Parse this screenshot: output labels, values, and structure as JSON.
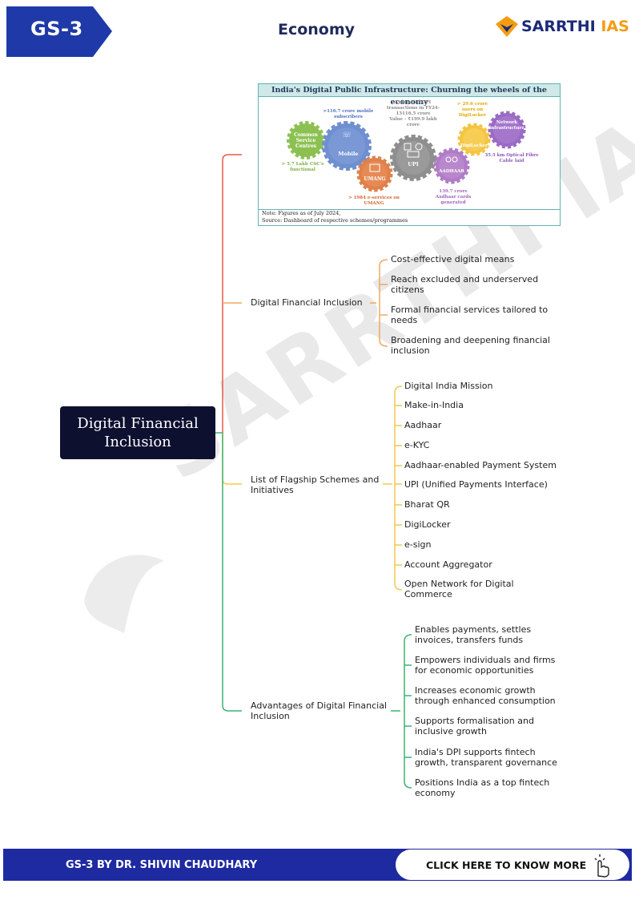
{
  "header": {
    "tag": "GS-3",
    "subject": "Economy",
    "brand_main": "SARRTHI",
    "brand_accent": "IAS",
    "tag_color": "#1f3aa8",
    "brand_color": "#1b2a78",
    "accent_color": "#f39c12"
  },
  "watermark": "SARRTHI IAS",
  "infographic": {
    "title": "India's Digital Public Infrastructure: Churning the wheels of the economy",
    "gears": [
      {
        "label": "Common Service Centres",
        "color": "#8cc152"
      },
      {
        "label": "Mobile",
        "color": "#6f8fd0"
      },
      {
        "label": "UMANG",
        "color": "#e0804a"
      },
      {
        "label": "UPI",
        "color": "#8e8e8e"
      },
      {
        "label": "AADHAAR",
        "color": "#b07cc6"
      },
      {
        "label": "DigiLocker",
        "color": "#f4c542"
      },
      {
        "label": "Network infrastructure",
        "color": "#9a6bc4"
      }
    ],
    "stats": {
      "csc_1": "> 5.7 Lakh CSC's",
      "csc_2": "functional",
      "mobile_1": ">116.7 crore mobile",
      "mobile_2": "subscribers",
      "umang_1": "> 1984 e-services on",
      "umang_2": "UMANG",
      "upi_1": "Volume of UPI",
      "upi_2": "transactions in FY24-",
      "upi_3": "13116.5 crore",
      "upi_4": "Value - ₹199.9 lakh",
      "upi_5": "crore",
      "aadhaar_1": "139.7 crore",
      "aadhaar_2": "Aadhaar cards",
      "aadhaar_3": "generated",
      "digi_1": "> 29.6 crore",
      "digi_2": "users on",
      "digi_3": "DigiLocker",
      "network_1": "35.5 km Optical Fibre",
      "network_2": "Cable laid"
    },
    "note_1": "Note: Figures as of July 2024,",
    "note_2": "Source: Dashboard of respective schemes/programmes"
  },
  "mindmap": {
    "root": "Digital Financial Inclusion",
    "branches": [
      {
        "label": "Digital Financial Inclusion",
        "color": "#f0a860",
        "items": [
          "Cost-effective digital means",
          "Reach excluded and underserved citizens",
          "Formal financial services tailored to needs",
          "Broadening and deepening financial inclusion"
        ]
      },
      {
        "label": "List of Flagship Schemes and Initiatives",
        "color": "#f2c94c",
        "items": [
          "Digital India Mission",
          "Make-in-India",
          "Aadhaar",
          "e-KYC",
          "Aadhaar-enabled Payment System",
          "UPI (Unified Payments Interface)",
          "Bharat QR",
          "DigiLocker",
          "e-sign",
          "Account Aggregator",
          "Open Network for Digital Commerce"
        ]
      },
      {
        "label": "Advantages of Digital Financial Inclusion",
        "color": "#3cb371",
        "items": [
          "Enables payments, settles invoices, transfers funds",
          "Empowers individuals and firms for economic opportunities",
          "Increases economic growth through enhanced consumption",
          "Supports formalisation and inclusive growth",
          "India's DPI supports fintech growth, transparent governance",
          "Positions India as a top fintech economy"
        ]
      }
    ],
    "top_branch_color": "#e8584a"
  },
  "footer": {
    "text": "GS-3 BY DR. SHIVIN CHAUDHARY",
    "cta": "CLICK HERE TO KNOW MORE",
    "bg_color": "#1e2aa0"
  }
}
